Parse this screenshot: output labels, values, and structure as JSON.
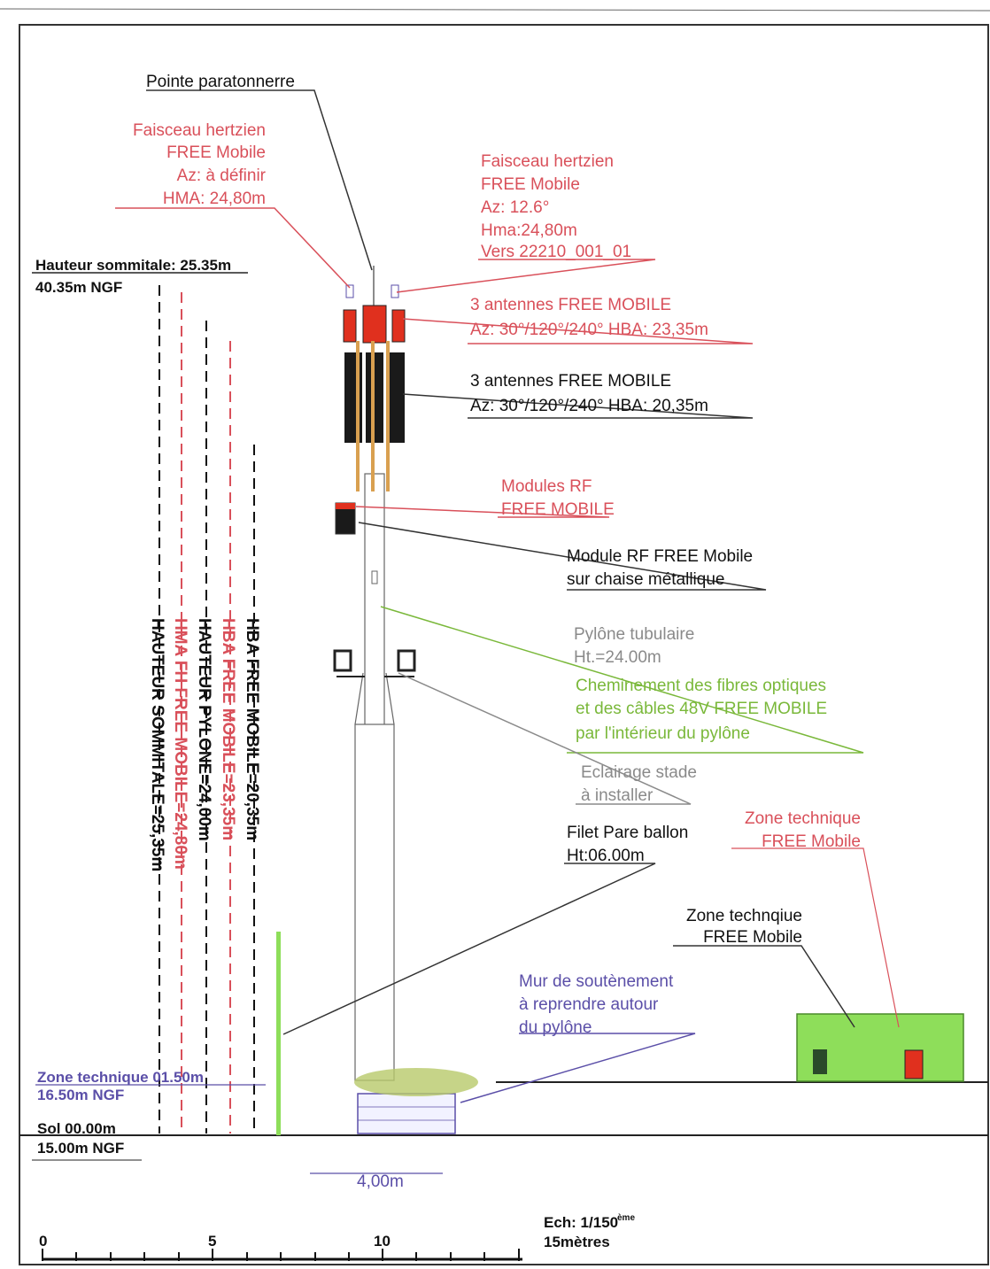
{
  "labels": {
    "pointe": "Pointe paratonnerre",
    "fh_left": [
      "Faisceau hertzien",
      "FREE Mobile",
      "Az: à définir",
      "HMA: 24,80m"
    ],
    "fh_right": [
      "Faisceau hertzien",
      "FREE Mobile",
      "Az: 12.6°",
      "Hma:24,80m",
      "Vers 22210_001_01"
    ],
    "hauteur_sommitale": "Hauteur sommitale: 25.35m",
    "ngf_top": "40.35m NGF",
    "ant_red": [
      "3 antennes FREE MOBILE",
      "Az: 30°/120°/240° HBA: 23,35m"
    ],
    "ant_black": [
      "3 antennes FREE MOBILE",
      "Az: 30°/120°/240° HBA: 20,35m"
    ],
    "modules_rf": [
      "Modules RF",
      "FREE MOBILE"
    ],
    "module_chaise": [
      "Module RF FREE Mobile",
      "sur chaise métallique"
    ],
    "pylone": [
      "Pylône tubulaire",
      "Ht.=24.00m"
    ],
    "cheminement": [
      "Cheminement des fibres optiques",
      "et des câbles 48V FREE MOBILE",
      "par l'intérieur du pylône"
    ],
    "eclairage": [
      "Eclairage stade",
      "à installer"
    ],
    "filet": [
      "Filet Pare ballon",
      "Ht:06.00m"
    ],
    "zone_tech_red": [
      "Zone technique",
      "FREE Mobile"
    ],
    "zone_tech_black": [
      "Zone technqiue",
      "FREE Mobile"
    ],
    "mur": [
      "Mur de soutènement",
      "à reprendre autour",
      "du pylône"
    ],
    "zone_technique_level": "Zone technique 01.50m",
    "ngf_zone": "16.50m NGF",
    "sol": "Sol 00.00m",
    "ngf_sol": "15.00m NGF",
    "width_dim": "4,00m",
    "echelle": "Ech: 1/150",
    "echelle_sup": "ème",
    "metres": "15mètres"
  },
  "vertical_dims": {
    "sommitale": "HAUTEUR SOMMITALE=25,35m",
    "hma": "HMA FH FREE MOBILE=24,80m",
    "pylone": "HAUTEUR PYLONE=24,00m",
    "hba_red": "HBA FREE MOBILE=23,35m",
    "hba_black": "HBA FREE MOBILE=20,35m"
  },
  "scale_ticks": [
    "0",
    "5",
    "10"
  ],
  "colors": {
    "red": "#d9505a",
    "green": "#7ab83a",
    "blue": "#5b4fa8",
    "grey": "#8a8a8a",
    "antenna_red": "#e0301e",
    "antenna_black": "#1a1a1a",
    "tech_zone_green": "#8ede5a"
  }
}
